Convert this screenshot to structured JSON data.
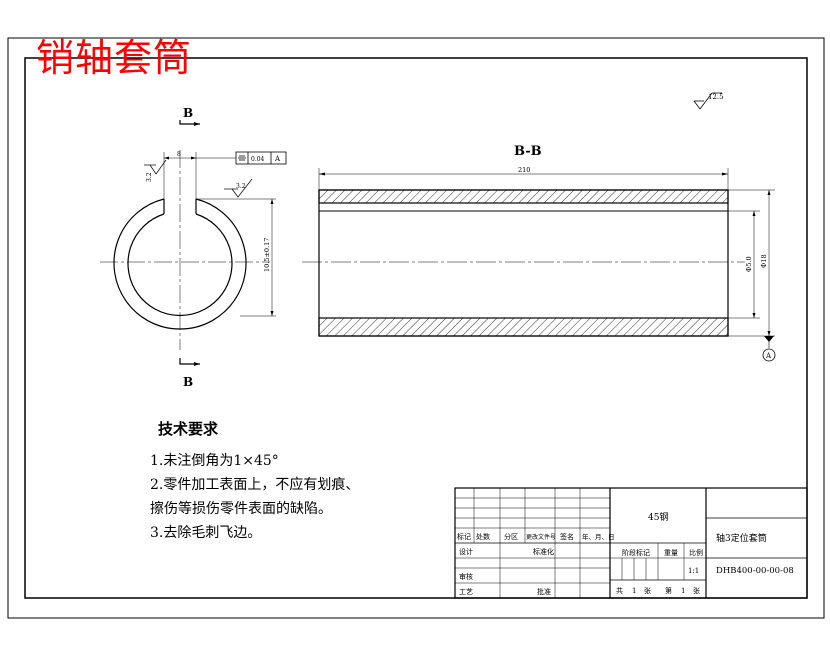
{
  "title": "销轴套筒",
  "section_labels": {
    "top": "B",
    "bottom": "B",
    "view": "B-B"
  },
  "dimensions": {
    "length": "210",
    "slot_width": "8",
    "slot_depth": "10.5±0.17",
    "inner_dia": "Φ5.0",
    "outer_dia": "Φ18",
    "roughness_general": "12.5",
    "roughness_slot": "3.2",
    "roughness_bore": "3.2",
    "symmetry_tol": "0.04",
    "datum": "A"
  },
  "tech_req": {
    "heading": "技术要求",
    "items": [
      "1.未注倒角为1×45°",
      "2.零件加工表面上，不应有划痕、",
      "擦伤等损伤零件表面的缺陷。",
      "3.去除毛刺飞边。"
    ]
  },
  "title_block": {
    "material": "45钢",
    "part_name": "轴3定位套筒",
    "drawing_no": "DHB400-00-00-08",
    "scale": "1:1",
    "sheet_info": {
      "total_label": "共",
      "total": "1",
      "unit1": "张",
      "page_label": "第",
      "page": "1",
      "unit2": "张"
    },
    "headers": {
      "mark": "标记",
      "count": "处数",
      "zone": "分区",
      "change_doc": "更改文件号",
      "sign": "签名",
      "date": "年、月、日",
      "stage_mark": "阶段标记",
      "weight": "重量",
      "scale_label": "比例"
    },
    "roles": {
      "design": "设计",
      "standardize": "标准化",
      "review": "审核",
      "process": "工艺",
      "approve": "批准"
    }
  }
}
